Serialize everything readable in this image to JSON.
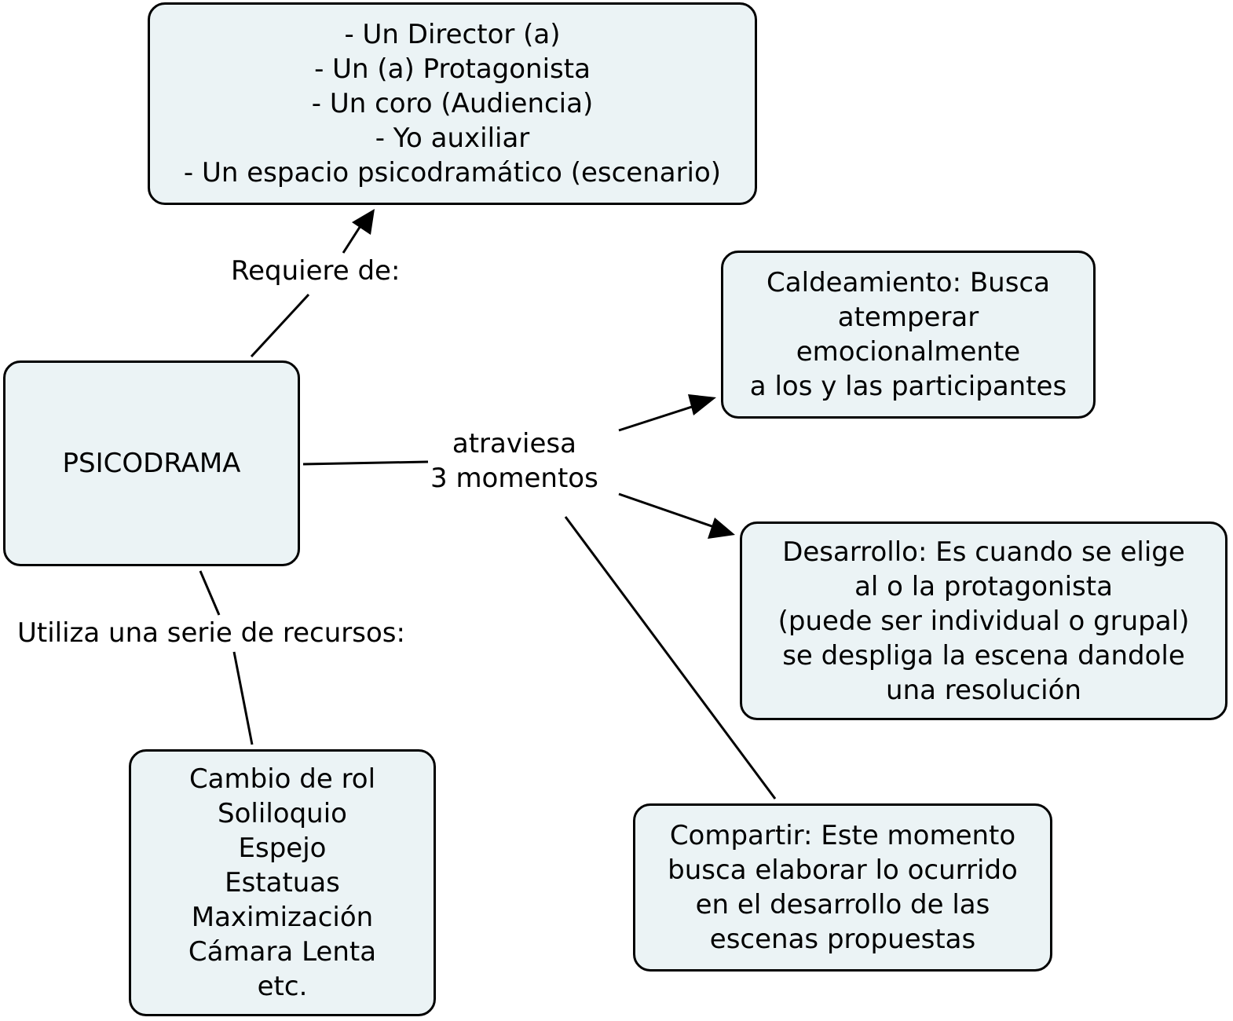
{
  "concepts": {
    "psicodrama": {
      "lines": [
        "PSICODRAMA"
      ]
    },
    "requisitos": {
      "lines": [
        "- Un Director (a)",
        "- Un (a) Protagonista",
        "- Un coro (Audiencia)",
        "- Yo auxiliar",
        "- Un espacio psicodramático (escenario)"
      ]
    },
    "caldeamiento": {
      "lines": [
        "Caldeamiento: Busca",
        "atemperar",
        "emocionalmente",
        "a los y las participantes"
      ]
    },
    "desarrollo": {
      "lines": [
        "Desarrollo: Es cuando se elige",
        "al o la protagonista",
        "(puede ser individual o grupal)",
        "se despliga la escena dandole",
        "una resolución"
      ]
    },
    "compartir": {
      "lines": [
        "Compartir: Este momento",
        "busca elaborar lo ocurrido",
        "en el desarrollo de las",
        "escenas propuestas"
      ]
    },
    "recursos": {
      "lines": [
        "Cambio de rol",
        "Soliloquio",
        "Espejo",
        "Estatuas",
        "Maximización",
        "Cámara Lenta",
        "etc."
      ]
    }
  },
  "linking_phrases": {
    "requiere": {
      "lines": [
        "Requiere de:"
      ]
    },
    "atraviesa": {
      "lines": [
        "atraviesa",
        "3 momentos"
      ]
    },
    "utiliza": {
      "lines": [
        "Utiliza una serie de recursos:"
      ]
    }
  },
  "colors": {
    "concept_fill": "#ebf3f5",
    "stroke": "#000000",
    "background": "#ffffff"
  }
}
